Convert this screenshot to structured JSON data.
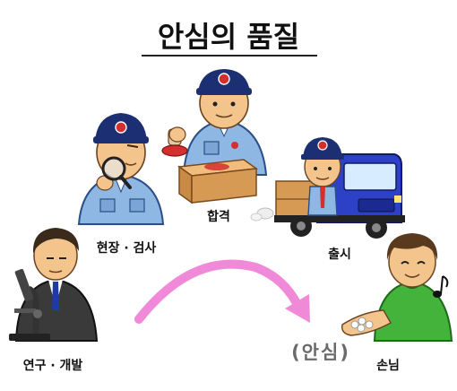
{
  "title": "안심의 품질",
  "labels": {
    "inspection": "현장 · 검사",
    "pass": "합격",
    "shipment": "출시",
    "research": "연구 · 개발",
    "customer": "손님",
    "reassurance": "(안심)"
  },
  "colors": {
    "arrow": "#f08ad8",
    "uniform": "#8fb7e3",
    "cap": "#1d2f73",
    "box": "#d79a55",
    "truck": "#2d41c7",
    "suit": "#3a3a3a",
    "customer_shirt": "#44b33b"
  },
  "icons": [
    "magnifier-icon",
    "stamp-icon",
    "microscope-icon",
    "music-note-icon",
    "pills-icon"
  ]
}
